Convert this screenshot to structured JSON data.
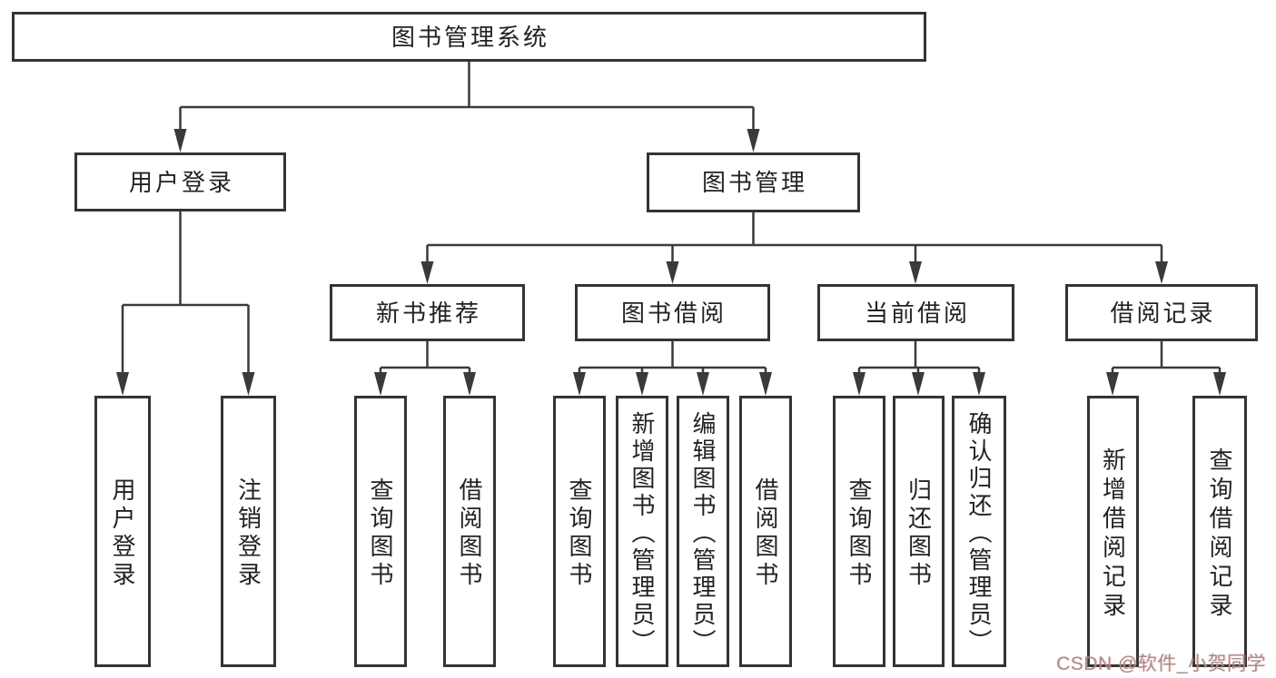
{
  "tree": {
    "root": {
      "label": "图书管理系统"
    },
    "branches": [
      {
        "label": "用户登录",
        "children": [
          {
            "label": "用户登录"
          },
          {
            "label": "注销登录"
          }
        ]
      },
      {
        "label": "图书管理",
        "groups": [
          {
            "label": "新书推荐",
            "children": [
              {
                "label": "查询图书"
              },
              {
                "label": "借阅图书"
              }
            ]
          },
          {
            "label": "图书借阅",
            "children": [
              {
                "label": "查询图书"
              },
              {
                "label": "新增图书（管理员）"
              },
              {
                "label": "编辑图书（管理员）"
              },
              {
                "label": "借阅图书"
              }
            ]
          },
          {
            "label": "当前借阅",
            "children": [
              {
                "label": "查询图书"
              },
              {
                "label": "归还图书"
              },
              {
                "label": "确认归还（管理员）"
              }
            ]
          },
          {
            "label": "借阅记录",
            "children": [
              {
                "label": "新增借阅记录"
              },
              {
                "label": "查询借阅记录"
              }
            ]
          }
        ]
      }
    ]
  },
  "watermark": {
    "text": "CSDN @软件_小贺同学"
  },
  "colors": {
    "background": "#ffffff",
    "box_border": "#343434",
    "connector_line": "#3a3a3a",
    "text": "#222222",
    "watermark_text": "#a48986"
  }
}
